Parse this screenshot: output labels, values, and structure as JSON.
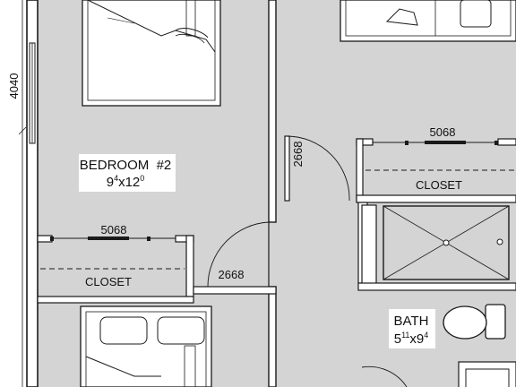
{
  "colors": {
    "floor": "#d4d4d4",
    "wall": "#ffffff",
    "line": "#1a1a1a",
    "label_bg": "#ffffff"
  },
  "overall_dimension": "4040",
  "bedroom2": {
    "name": "BEDROOM  #2",
    "size_base_w": "9",
    "size_sup_w": "4",
    "size_x": "x12",
    "size_sup_l": "0"
  },
  "bath": {
    "name": "BATH",
    "size_base_w": "5",
    "size_sup_w": "11",
    "size_x": "x9",
    "size_sup_l": "4"
  },
  "closet_left": {
    "label": "CLOSET",
    "window": "5068"
  },
  "closet_right": {
    "label": "CLOSET",
    "window": "5068"
  },
  "doors": {
    "bedroom_door": "2668",
    "hall_door": "2668"
  }
}
